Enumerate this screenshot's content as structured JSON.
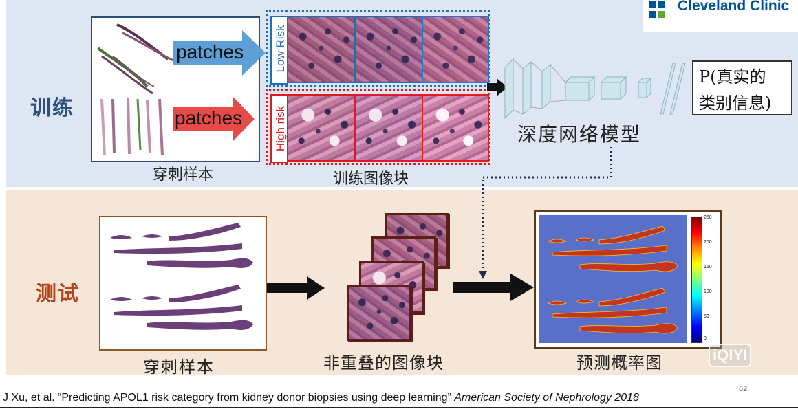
{
  "logo": {
    "text": "Cleveland Clinic"
  },
  "train": {
    "side_label": "训练",
    "sample_caption": "穿刺样本",
    "patches_label_low": "patches",
    "patches_label_high": "patches",
    "low_risk_label": "Low Risk",
    "high_risk_label": "High risk",
    "patches_caption": "训练图像块",
    "model_caption": "深度网络模型",
    "output_line1": "P(真实的",
    "output_line2": "类别信息)"
  },
  "test": {
    "side_label": "测试",
    "sample_caption": "穿刺样本",
    "patches_caption": "非重叠的图像块",
    "map_caption": "预测概率图",
    "colorbar_ticks": [
      "250",
      "200",
      "150",
      "100",
      "50",
      "0"
    ]
  },
  "watermark": "iQIYI",
  "citation": {
    "main": "J Xu, et al. “Predicting APOL1 risk category from kidney donor biopsies using deep learning”",
    "journal": "American Society of Nephrology",
    "year": "2018",
    "slide_number": "62"
  },
  "colors": {
    "blue_band": "#dde6f2",
    "orange_band": "#f6e6d8",
    "low_risk_border": "#1f6fb8",
    "high_risk_border": "#d91c1c",
    "chinese_label_blue": "#2f4f7f",
    "chinese_label_orange": "#b5441b"
  }
}
